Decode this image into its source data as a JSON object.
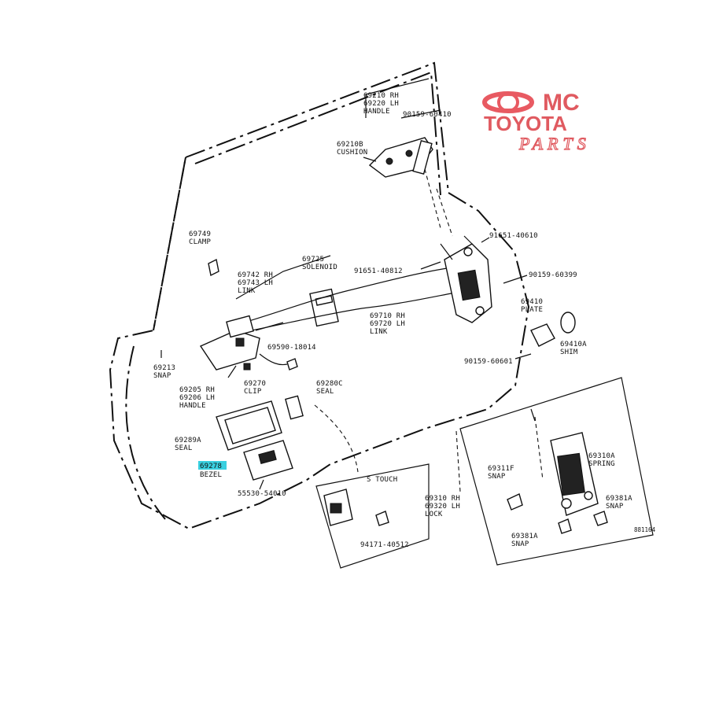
{
  "logo": {
    "line1": "MC",
    "line2": "TOYOTA",
    "line3": "PARTS",
    "color": "#e05a60"
  },
  "highlight_color": "#39d0e0",
  "labels": {
    "handle_outer_lh": "69210 RH",
    "handle_outer_num": "69220 LH",
    "handle_outer_name": "HANDLE",
    "screw_top": "90159-60410",
    "cushion_num": "69210B",
    "cushion_name": "CUSHION",
    "clamp_num": "69749",
    "clamp_name": "CLAMP",
    "link_rh": "69742 RH",
    "link_lh": "69743 LH",
    "link_name": "LINK",
    "solenoid_num": "69725",
    "solenoid_name": "SOLENOID",
    "bolt_a": "91651-40812",
    "bolt_b": "91651-40610",
    "screw_c": "90159-60399",
    "plate_num": "69410",
    "plate_name": "PLATE",
    "shim_num": "69410A",
    "shim_name": "SHIM",
    "link2_rh": "69710 RH",
    "link2_lh": "69720 LH",
    "link2_name": "LINK",
    "screw_d": "90159-60601",
    "screw_e": "69590-18014",
    "snap_num": "69213",
    "snap_name": "SNAP",
    "inner_handle_rh": "69205 RH",
    "inner_handle_lh": "69206 LH",
    "inner_handle_name": "HANDLE",
    "clip_num": "69270",
    "clip_name": "CLIP",
    "seal_num": "69280C",
    "seal_name": "SEAL",
    "seal2_num": "69289A",
    "seal2_name": "SEAL",
    "bezel_num": "69278",
    "bezel_name": "BEZEL",
    "bottom_num": "55530-54010",
    "sub_title": "S TOUCH",
    "sub_part": "94171-40512",
    "lock_rh": "69310 RH",
    "lock_lh": "69320 LH",
    "lock_name": "LOCK",
    "spring_num": "69310A",
    "spring_name": "SPRING",
    "snap2_num": "69311F",
    "snap2_name": "SNAP",
    "snap3_num": "69381A",
    "snap3_name": "SNAP",
    "snap4_num": "69381A",
    "snap4_name": "SNAP",
    "code": "881164"
  }
}
